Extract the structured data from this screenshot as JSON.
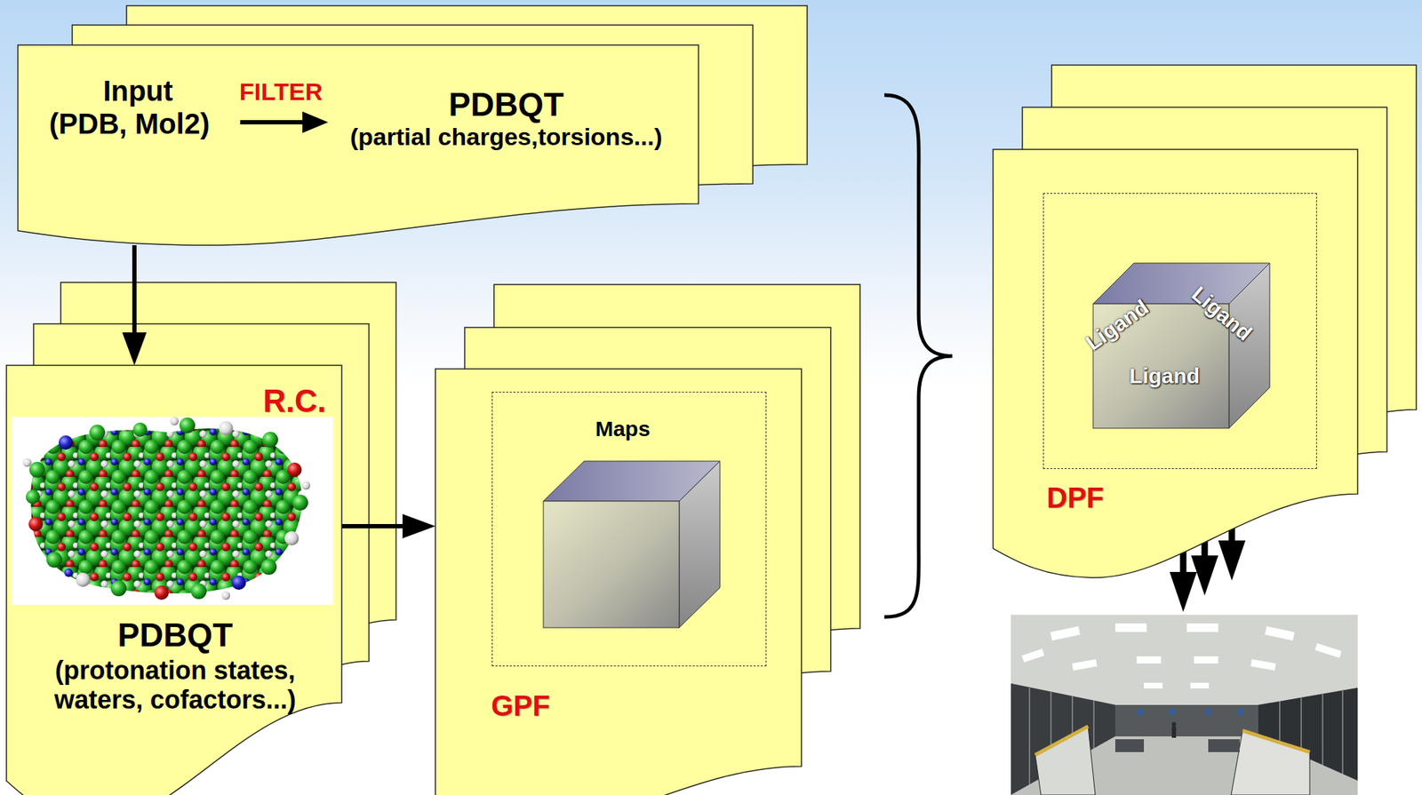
{
  "diagram": {
    "nodes": [
      {
        "text": [
          "Input (PDB, Mol2)",
          "PDBQT",
          "(partial charges,torsions...)"
        ]
      },
      {
        "text": [
          "R.C.",
          "PDBQT",
          "(protonation states, waters, cofactors...)"
        ]
      },
      {
        "text": [
          "GPF"
        ]
      },
      {
        "text": [
          "Maps"
        ],
        "in": 2
      },
      {
        "text": [
          "DPF"
        ]
      },
      {
        "text": [
          "Ligand",
          "Ligand",
          "Ligand"
        ],
        "in": 4
      }
    ],
    "edges": [
      {
        "from": 0,
        "to": 1,
        "arrow": "to"
      },
      {
        "from": 1,
        "to": 2,
        "arrow": "to"
      }
    ],
    "labels": [
      "FILTER"
    ]
  }
}
